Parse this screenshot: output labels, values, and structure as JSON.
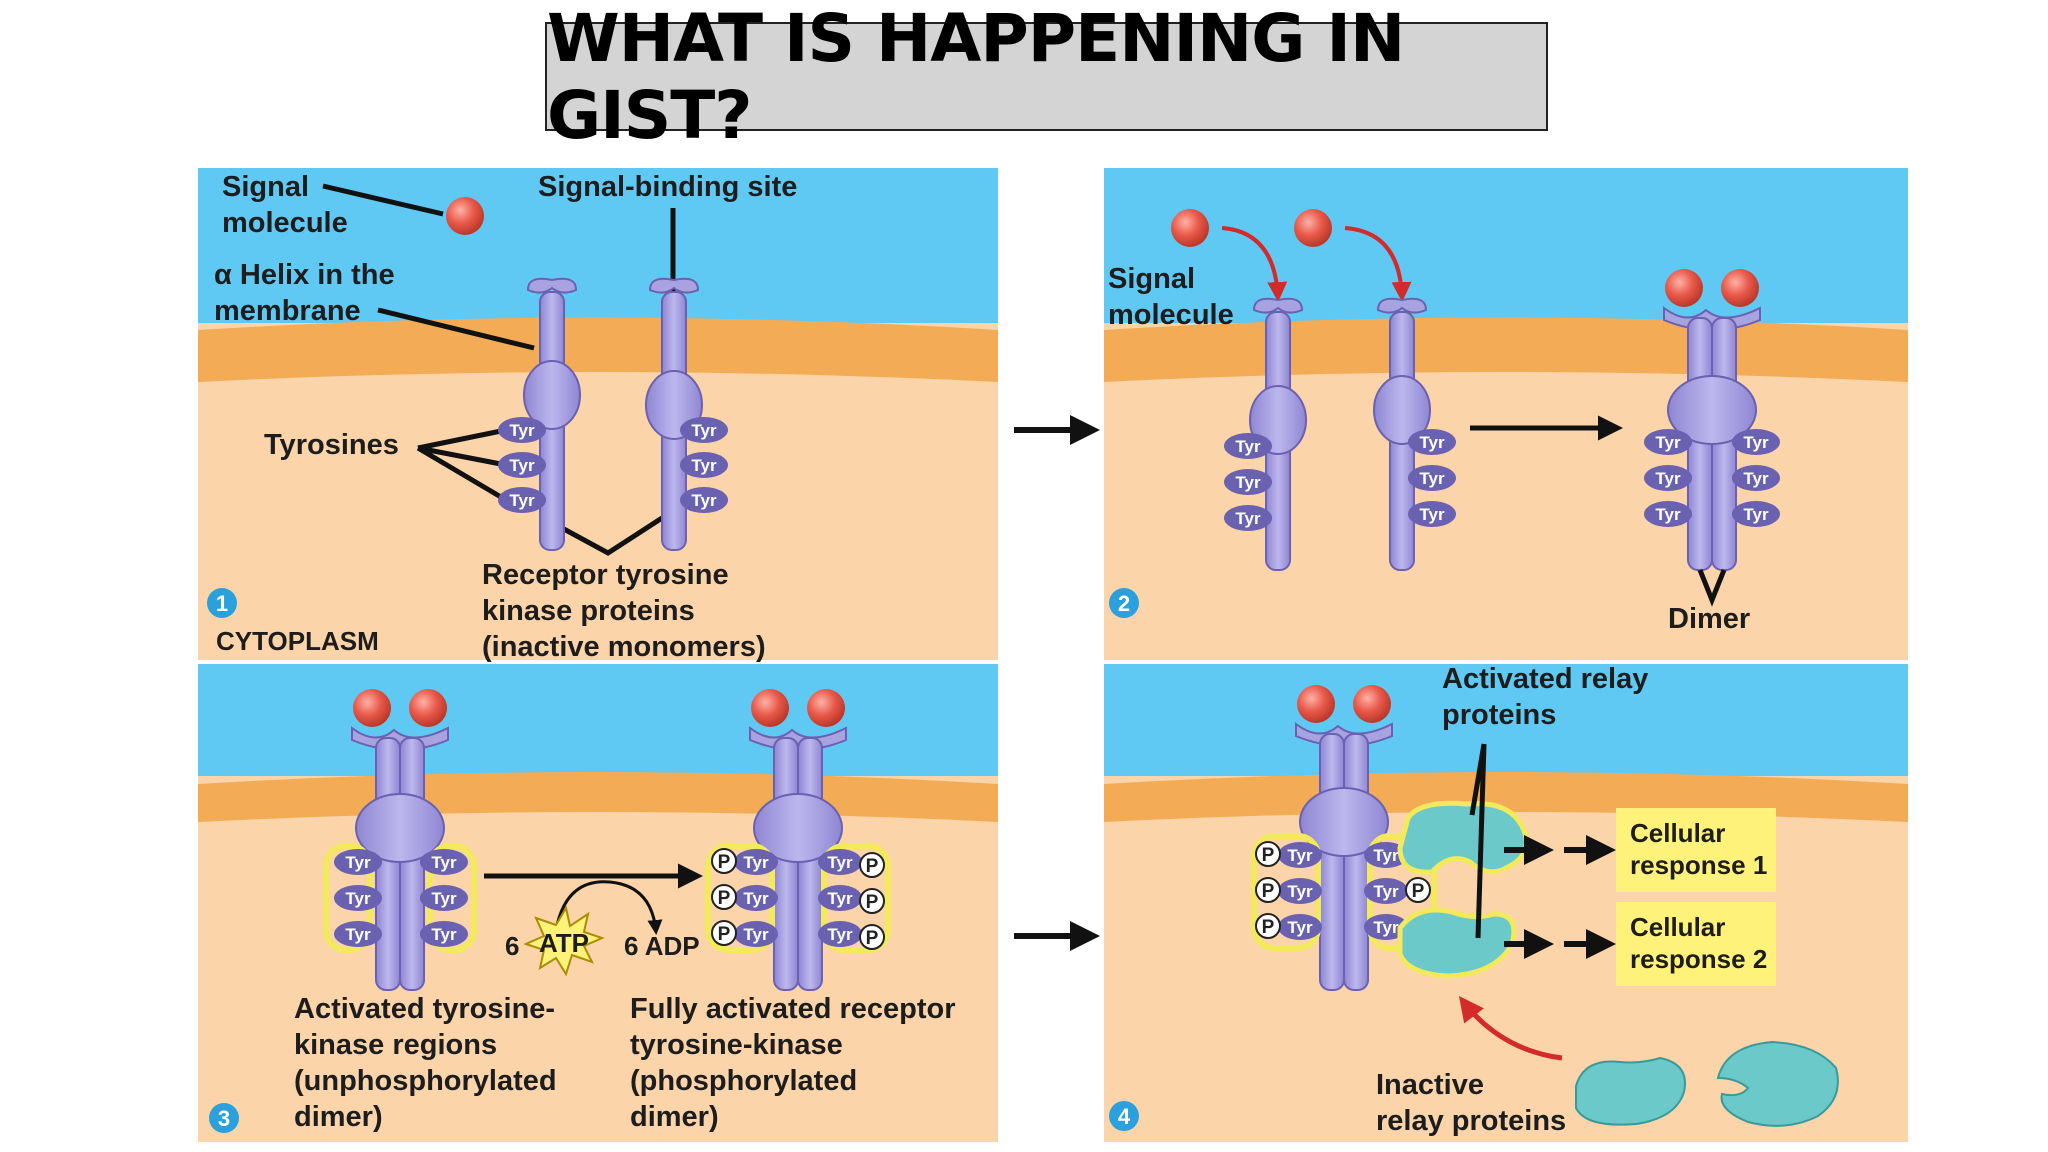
{
  "title": "WHAT IS HAPPENING IN GIST?",
  "panel1": {
    "step": "1",
    "signal_molecule": [
      "Signal",
      "molecule"
    ],
    "binding_site": "Signal-binding site",
    "alpha_helix": [
      "α Helix in the",
      "membrane"
    ],
    "tyrosines": "Tyrosines",
    "receptor": [
      "Receptor tyrosine",
      "kinase proteins",
      "(inactive monomers)"
    ],
    "cytoplasm": "CYTOPLASM"
  },
  "panel2": {
    "step": "2",
    "signal_molecule": [
      "Signal",
      "molecule"
    ],
    "dimer": "Dimer"
  },
  "panel3": {
    "step": "3",
    "atp_count": "6",
    "atp": "ATP",
    "adp": "6 ADP",
    "activated": [
      "Activated tyrosine-",
      "kinase regions",
      "(unphosphorylated",
      "dimer)"
    ],
    "fully_activated": [
      "Fully activated receptor",
      "tyrosine-kinase",
      "(phosphorylated",
      "dimer)"
    ]
  },
  "panel4": {
    "step": "4",
    "relay": [
      "Activated relay",
      "proteins"
    ],
    "response1": [
      "Cellular",
      "response 1"
    ],
    "response2": [
      "Cellular",
      "response 2"
    ],
    "inactive": [
      "Inactive",
      "relay proteins"
    ]
  },
  "tyr": "Tyr",
  "p": "P",
  "colors": {
    "extracellular": "#5fc8f3",
    "membrane": "#f3ab55",
    "cytoplasm": "#fbd4aa",
    "receptor": "#a9a2e0",
    "receptor_outline": "#6a61b0",
    "signal": "#e8594a",
    "relay": "#6cc9c9",
    "response_box": "#fff27a",
    "arrow_red": "#d32a2a"
  }
}
